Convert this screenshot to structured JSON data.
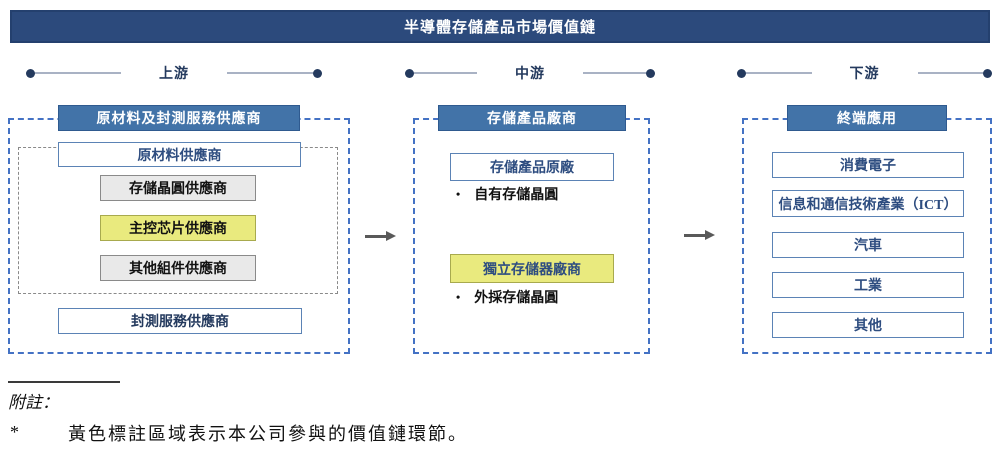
{
  "title": "半導體存儲產品市場價值鏈",
  "stages": {
    "upstream": "上游",
    "midstream": "中游",
    "downstream": "下游"
  },
  "bullet_char": "•",
  "upstream_column": {
    "header": "原材料及封測服務供應商",
    "raw_material_supplier": "原材料供應商",
    "inner_boxes": [
      {
        "label": "存儲晶圓供應商",
        "highlight": false
      },
      {
        "label": "主控芯片供應商",
        "highlight": true
      },
      {
        "label": "其他組件供應商",
        "highlight": false
      }
    ],
    "packaging_testing_supplier": "封測服務供應商"
  },
  "midstream_column": {
    "header": "存儲產品廠商",
    "oem_box": "存儲產品原廠",
    "oem_bullet": "自有存儲晶圓",
    "independent_box": "獨立存儲器廠商",
    "independent_bullet": "外採存儲晶圓"
  },
  "downstream_column": {
    "header": "終端應用",
    "items": [
      "消費電子",
      "信息和通信技術產業（ICT）",
      "汽車",
      "工業",
      "其他"
    ]
  },
  "footnote": {
    "label": "附註：",
    "marker": "*",
    "text": "黃色標註區域表示本公司參與的價值鏈環節。"
  },
  "colors": {
    "banner_bg": "#2c4a7c",
    "column_header_bg": "#4273a8",
    "highlight_yellow": "#e9ea7e",
    "accent_blue_text": "#2e4d80",
    "dashed_blue_border": "#4472c4",
    "dashed_gray_border": "#8a8a8a",
    "gray_box_bg": "#e9e9e9",
    "stage_dot": "#243a5e"
  }
}
